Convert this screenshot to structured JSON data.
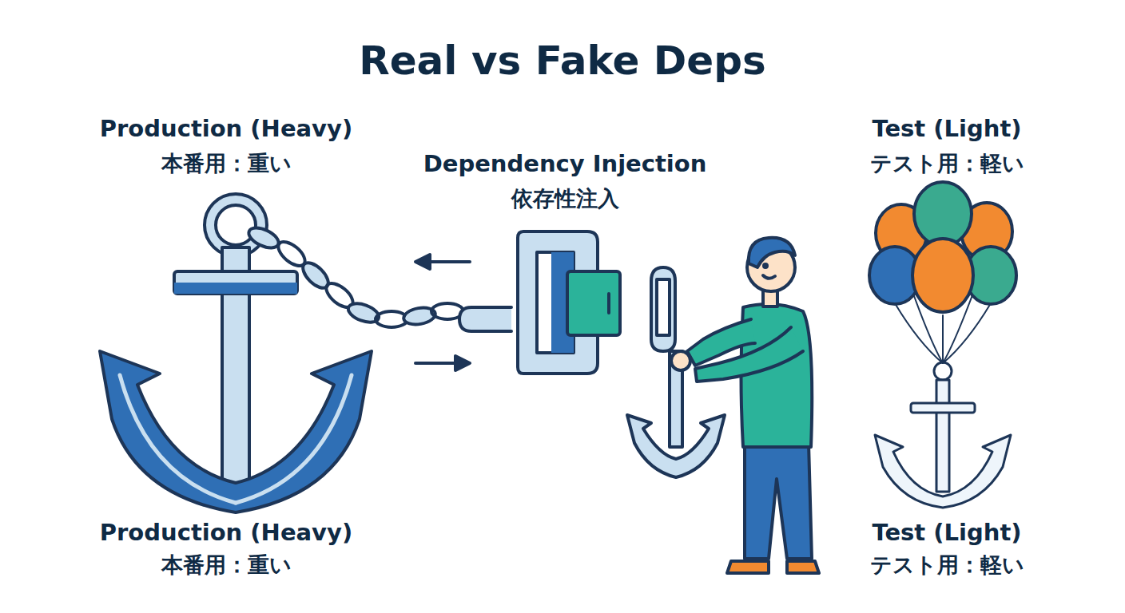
{
  "diagram": {
    "title": "Real vs Fake Deps",
    "labels": [
      "Production (Heavy)",
      "本番用：重い",
      "Dependency Injection",
      "依存性注入",
      "Test (Light)",
      "テスト用：軽い",
      "Production (Heavy)",
      "本番用：重い",
      "Test (Light)",
      "テスト用：軽い"
    ]
  }
}
